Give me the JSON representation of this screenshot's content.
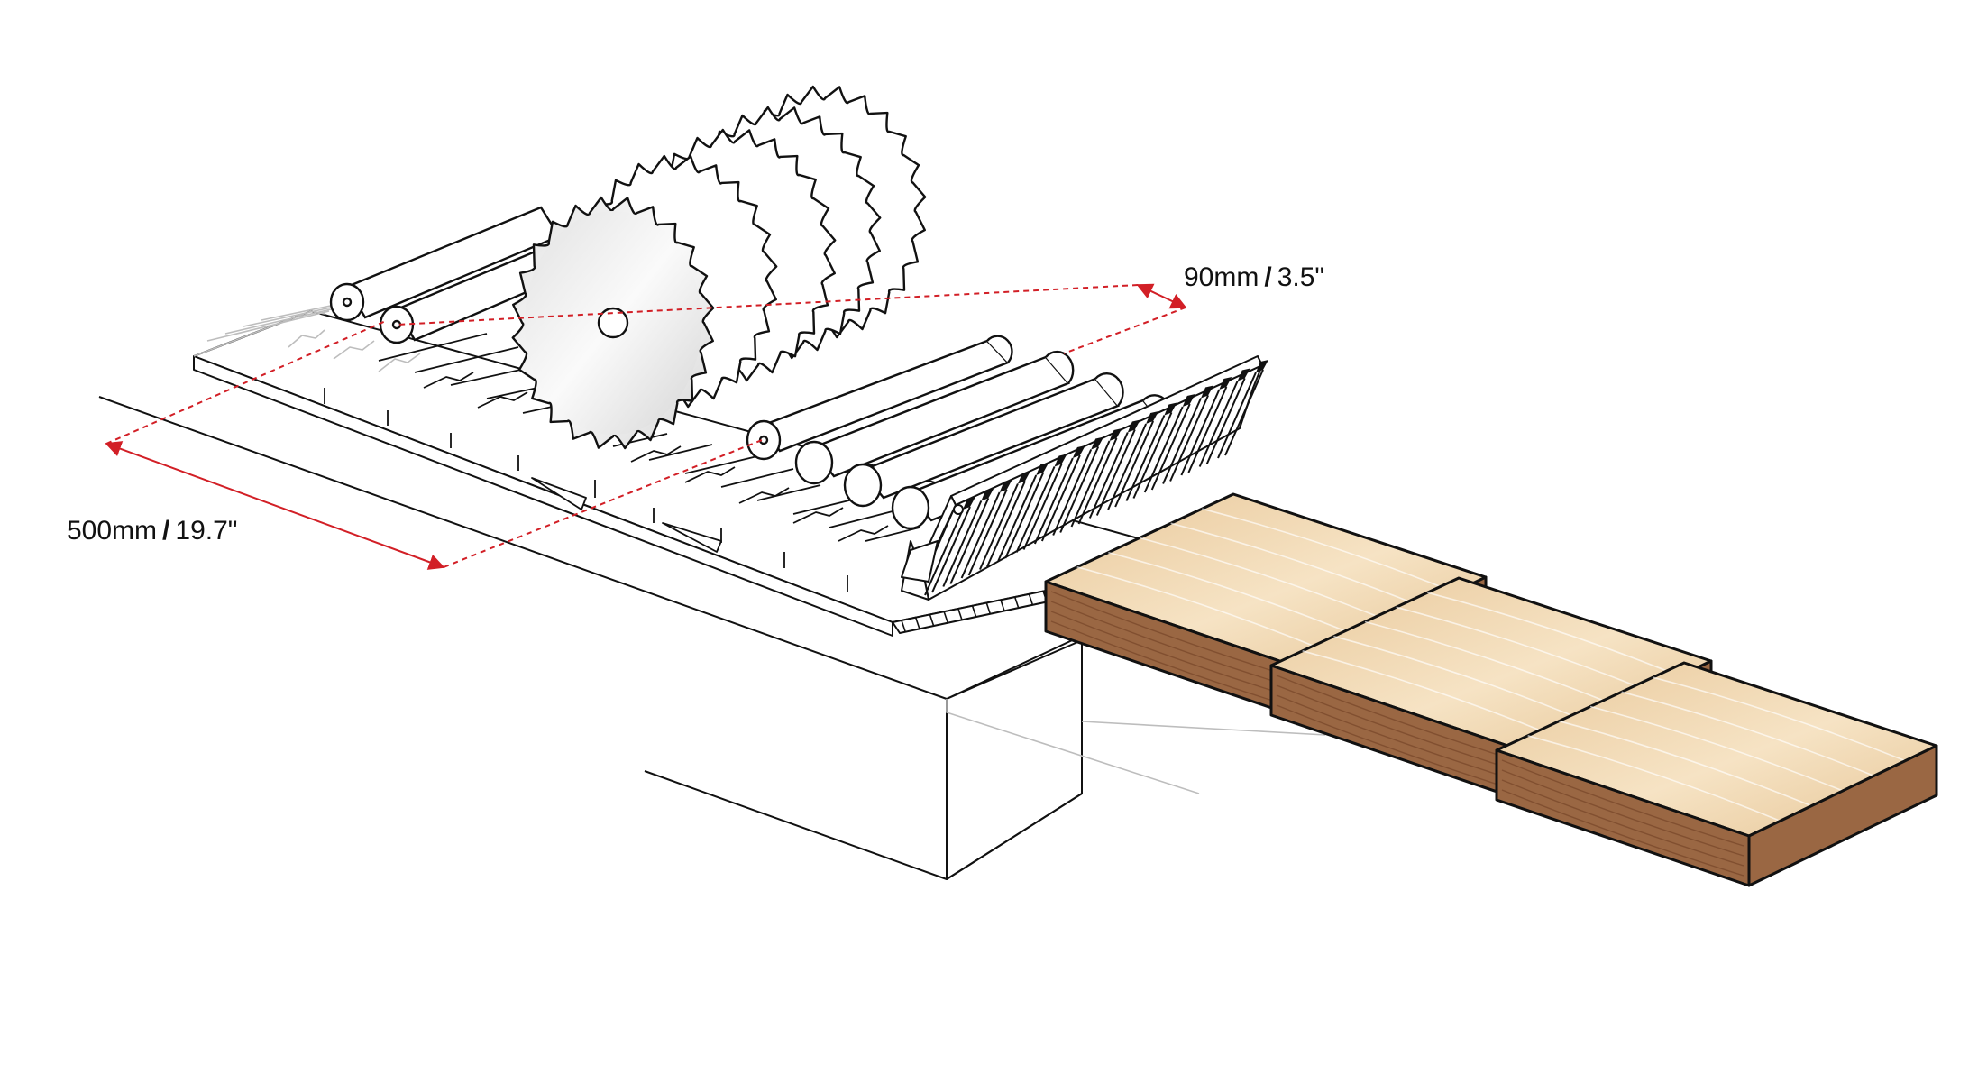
{
  "dimensions": {
    "width": {
      "metric": "500mm",
      "imperial": "19.7\"",
      "separator": "/"
    },
    "depth": {
      "metric": "90mm",
      "imperial": "3.5\"",
      "separator": "/"
    }
  },
  "colors": {
    "line": "#111111",
    "machine_fill": "#ffffff",
    "guide_gray": "#bdbdbd",
    "blade_fill": "#efefef",
    "dimension": "#d21f26",
    "wood_top": "#efd5ad",
    "wood_side": "#9a6743",
    "wood_grain": "#7a4a2c"
  },
  "parts": {
    "blade_count": 5,
    "roller_count": 6,
    "board_count": 3
  }
}
